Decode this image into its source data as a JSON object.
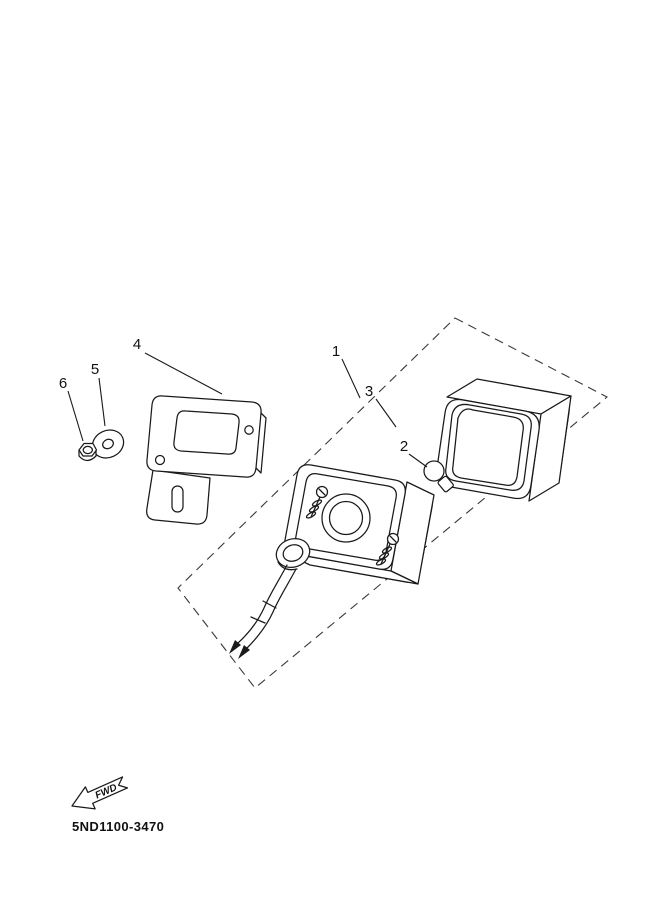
{
  "colors": {
    "background": "#ffffff",
    "line": "#1a1a1a",
    "dashed_line": "#3a3a3a",
    "text": "#111111"
  },
  "diagram": {
    "callouts": [
      "1",
      "2",
      "3",
      "4",
      "5",
      "6"
    ],
    "direction_label": "FWD",
    "part_code": "5ND1100-3470"
  }
}
